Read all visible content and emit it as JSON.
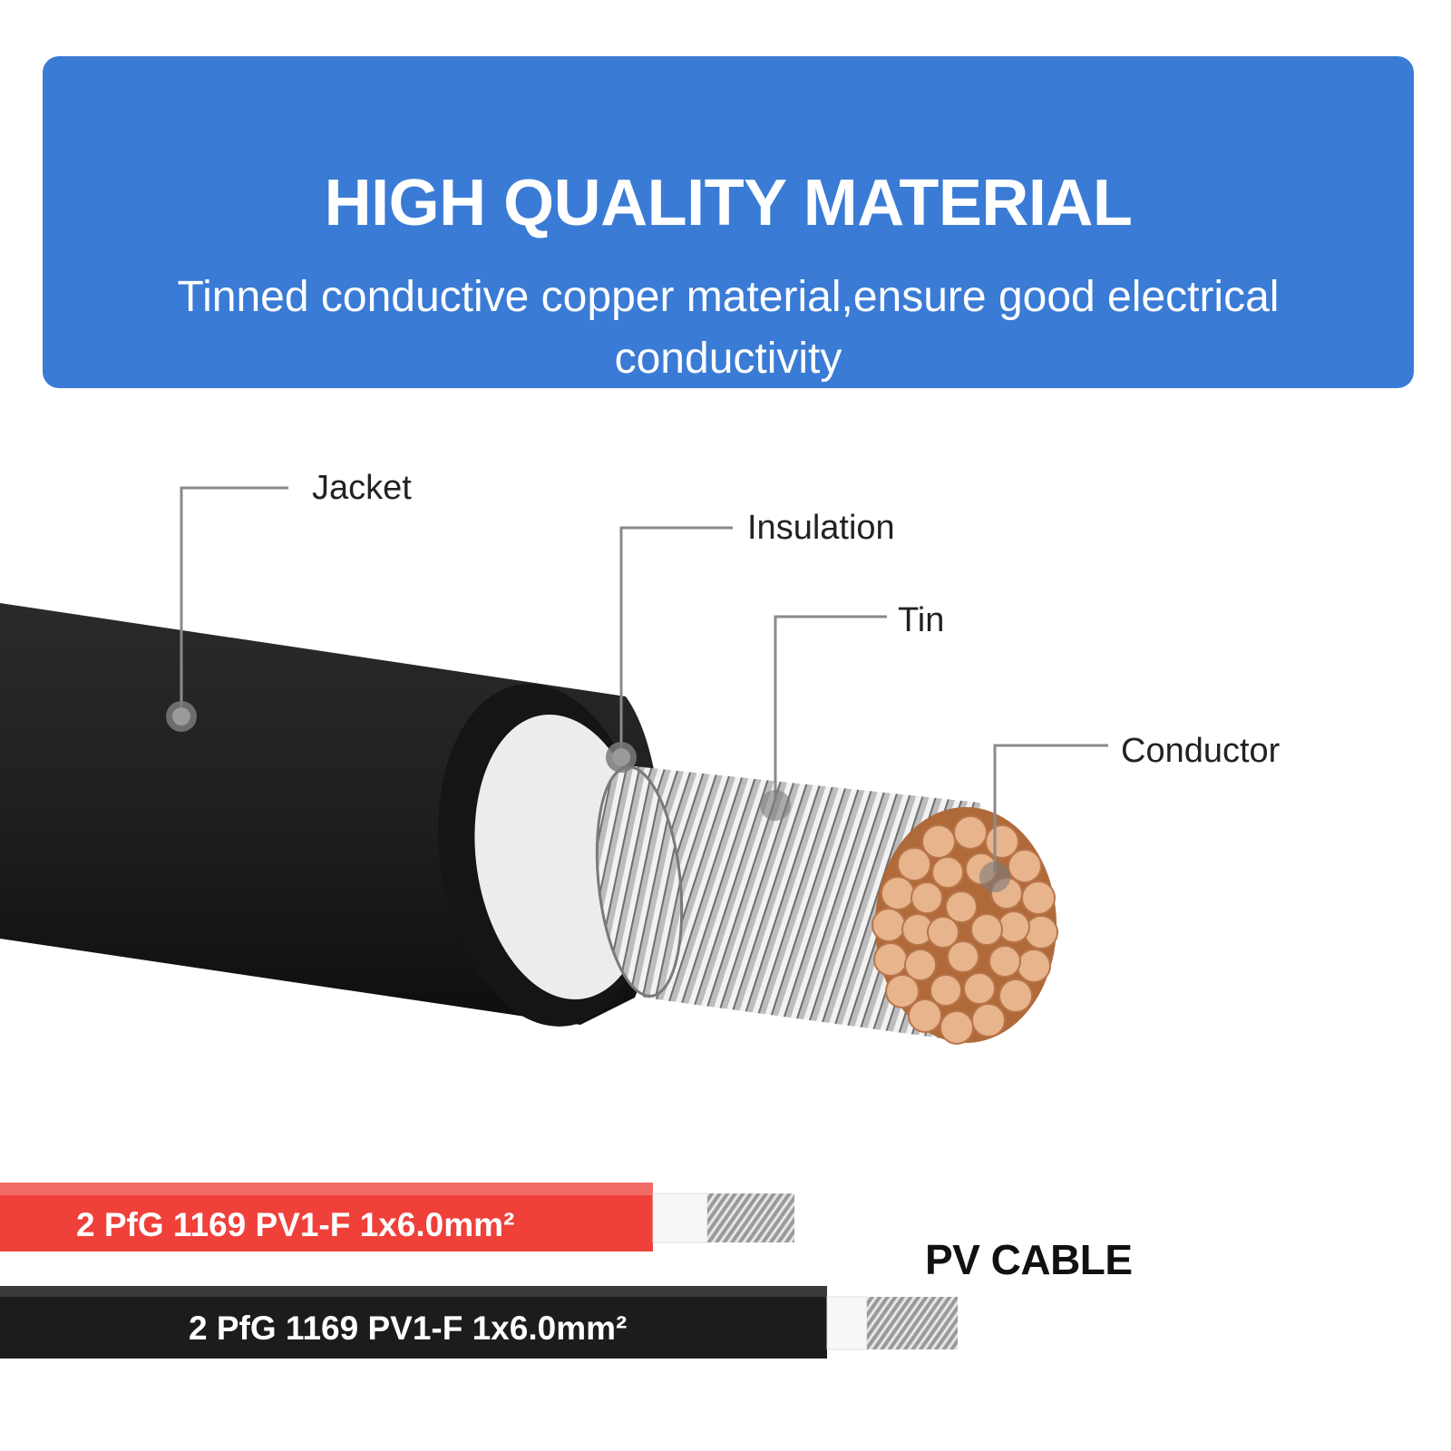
{
  "header": {
    "title": "HIGH QUALITY MATERIAL",
    "subtitle": "Tinned conductive copper material,ensure good  electrical conductivity"
  },
  "callouts": {
    "jacket": "Jacket",
    "insulation": "Insulation",
    "tin": "Tin",
    "conductor": "Conductor"
  },
  "pv_cable": {
    "label": "PV CABLE",
    "red_wire_text": "2 PfG 1169 PV1-F 1x6.0mm²",
    "black_wire_text": "2 PfG 1169 PV1-F 1x6.0mm²"
  },
  "colors": {
    "banner": "#3a7bd6",
    "jacket": "#1a1a1a",
    "insulation": "#e9e9e9",
    "copper": "#e3a77a",
    "red_wire": "#f0403a"
  }
}
